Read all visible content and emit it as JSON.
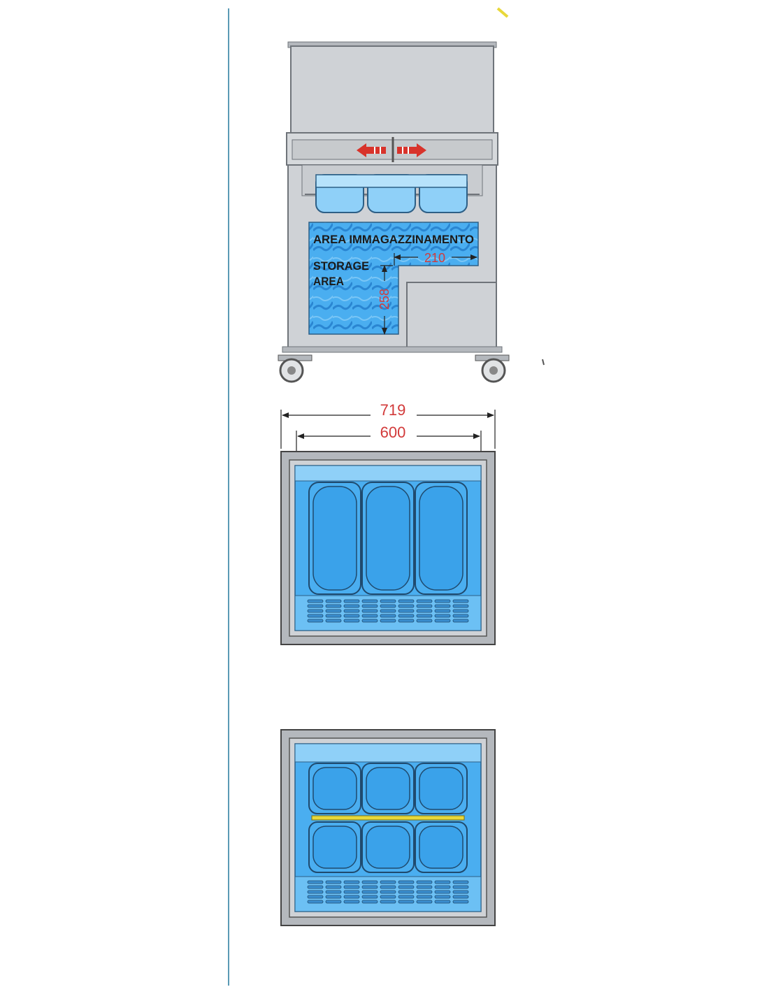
{
  "side_view": {
    "label_it": "AREA IMMAGAZZINAMENTO",
    "label_en_line1": "STORAGE",
    "label_en_line2": "AREA",
    "dim_width": "210",
    "dim_height": "258"
  },
  "top_view_1": {
    "dim_outer": "719",
    "dim_inner": "600",
    "pan_count": 3
  },
  "top_view_2": {
    "pan_columns": 3,
    "pan_rows": 2
  },
  "colors": {
    "frame_line": "#5a9ab5",
    "steel": "#cfd2d6",
    "steel_dark": "#6f747a",
    "blue": "#4aaef0",
    "blue_light": "#8fd0f8",
    "dimension": "#d23a3a",
    "divider": "#e8d83a"
  }
}
